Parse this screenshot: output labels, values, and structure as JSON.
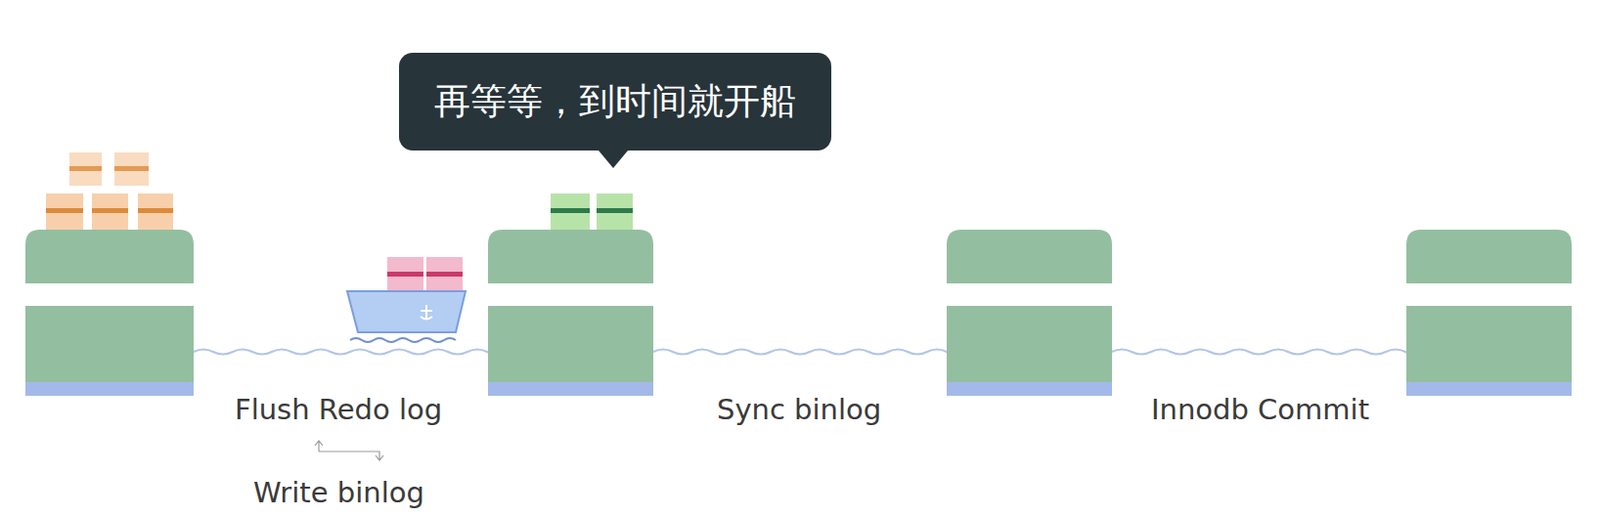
{
  "diagram": {
    "nodes": [
      {
        "text": [
          "再等等，到时间就开船"
        ]
      }
    ],
    "labels": [
      "Flush Redo log",
      "Write binlog",
      "Sync binlog",
      "Innodb Commit"
    ]
  }
}
